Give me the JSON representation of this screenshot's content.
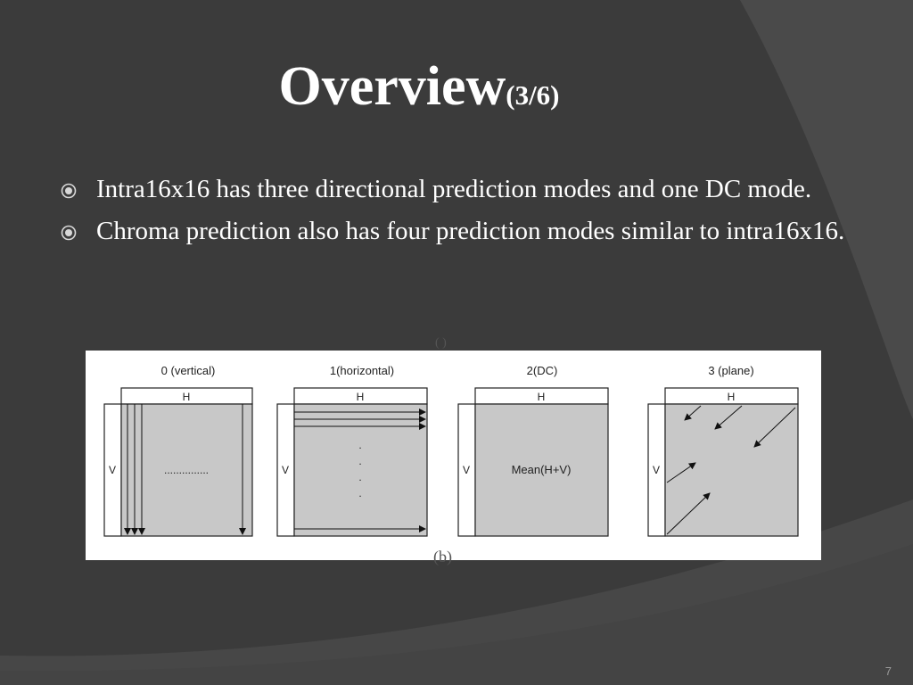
{
  "slide": {
    "title_main": "Overview",
    "title_sub": "(3/6)",
    "bullets": [
      "Intra16x16 has three directional prediction modes and one DC mode.",
      "Chroma prediction also has four prediction modes similar to intra16x16."
    ],
    "bullet_icon": "circled-dot-icon",
    "page_number": "7",
    "colors": {
      "background": "#3a3a3a",
      "swoosh": "#4a4a4a",
      "text": "#ffffff",
      "block_fill": "#c8c8c8"
    }
  },
  "figure": {
    "panels": [
      {
        "label": "0 (vertical)",
        "h": "H",
        "v": "V",
        "content": "..............."
      },
      {
        "label": "1(horizontal)",
        "h": "H",
        "v": "V",
        "content": "."
      },
      {
        "label": "2(DC)",
        "h": "H",
        "v": "V",
        "content": "Mean(H+V)"
      },
      {
        "label": "3 (plane)",
        "h": "H",
        "v": "V",
        "content": ""
      }
    ],
    "caption_bottom": "(b)",
    "caption_top": "( )"
  }
}
